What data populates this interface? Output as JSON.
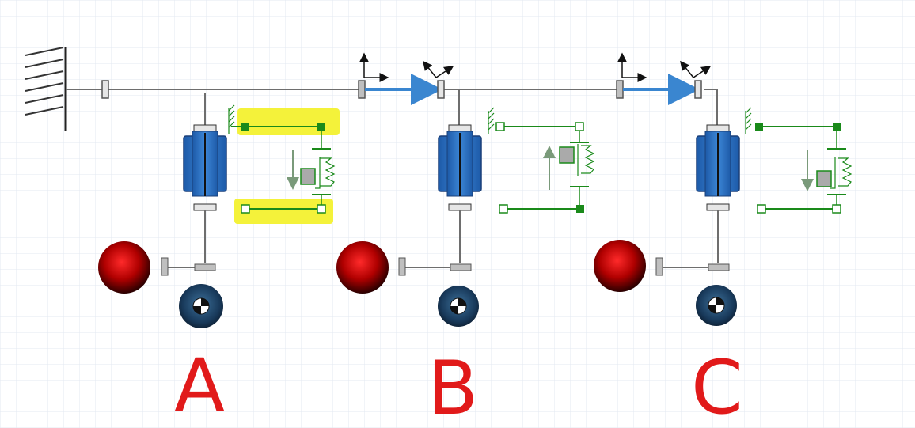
{
  "diagram": {
    "labels": [
      "A",
      "B",
      "C"
    ],
    "colors": {
      "grid": "#d7dfee",
      "wire": "#6e6e6e",
      "highlight": "#f4f23a",
      "signal": "#1a8a1a",
      "body": "#2f74c8",
      "arrow": "#3a86d0",
      "label": "#e11a1a"
    },
    "icons": [
      "ground-hatch-icon",
      "frame-axes-icon",
      "prismatic-joint-icon",
      "spring-damper-icon",
      "mass-sphere-icon",
      "center-of-mass-icon"
    ]
  }
}
